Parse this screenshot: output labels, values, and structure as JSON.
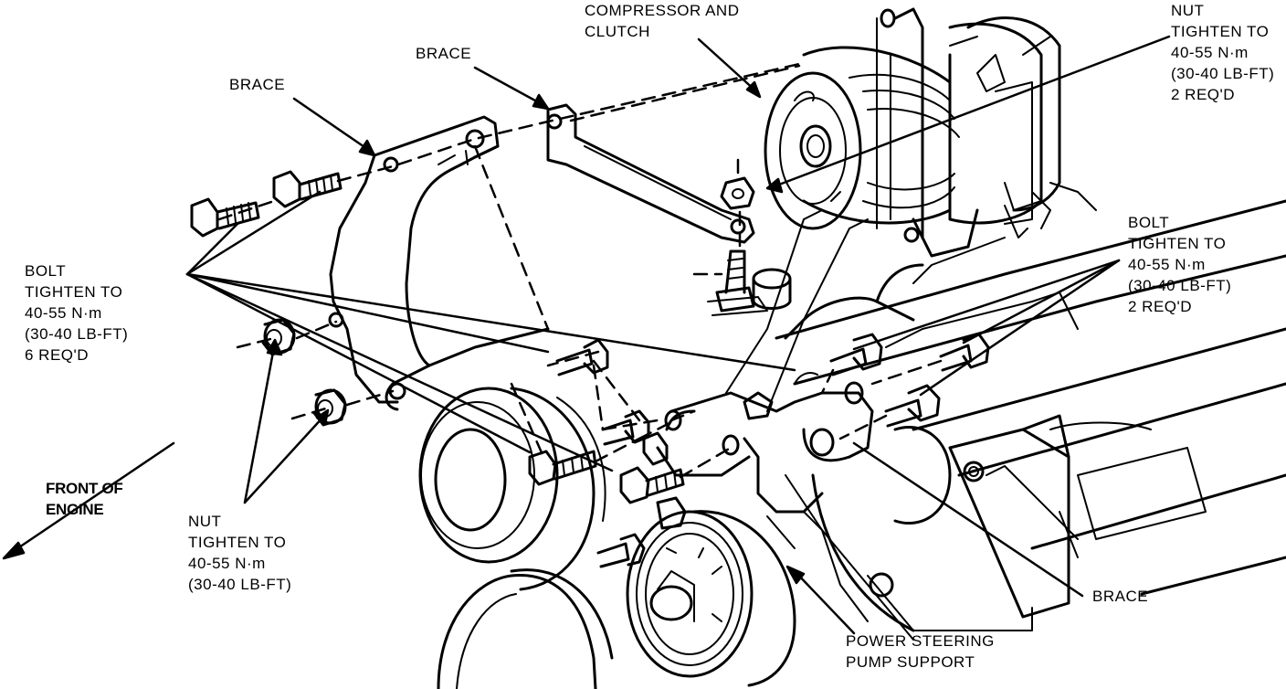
{
  "labels": {
    "compressor": [
      "COMPRESSOR AND",
      "CLUTCH"
    ],
    "brace_top_left": "BRACE",
    "brace_top_center": "BRACE",
    "nut_top_right": [
      "NUT",
      "TIGHTEN TO",
      "40-55 N·m",
      "(30-40 LB-FT)",
      "2 REQ'D"
    ],
    "bolt_left": [
      "BOLT",
      "TIGHTEN TO",
      "40-55 N·m",
      "(30-40 LB-FT)",
      "6 REQ'D"
    ],
    "bolt_right": [
      "BOLT",
      "TIGHTEN TO",
      "40-55 N·m",
      "(30-40 LB-FT)",
      "2 REQ'D"
    ],
    "front_of_engine": [
      "FRONT OF",
      "ENGINE"
    ],
    "nut_bottom": [
      "NUT",
      "TIGHTEN TO",
      "40-55 N·m",
      "(30-40 LB-FT)"
    ],
    "brace_bottom_right": "BRACE",
    "power_steering": [
      "POWER STEERING",
      "PUMP SUPPORT"
    ]
  },
  "colors": {
    "ink": "#000000",
    "paper": "#ffffff"
  }
}
